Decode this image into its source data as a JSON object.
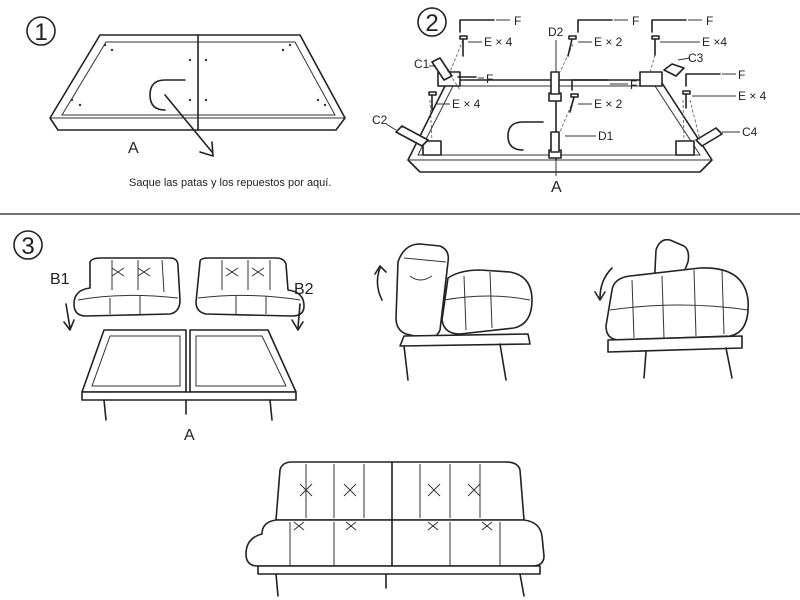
{
  "steps": {
    "step1": {
      "number": "1",
      "part_label": "A",
      "instruction": "Saque las patas y los repuestos por aquí."
    },
    "step2": {
      "number": "2",
      "part_label": "A",
      "labels": {
        "F": "F",
        "E4": "E × 4",
        "E4b": "E ×4",
        "E2": "E × 2",
        "C1": "C1",
        "C2": "C2",
        "C3": "C3",
        "C4": "C4",
        "D1": "D1",
        "D2": "D2"
      }
    },
    "step3": {
      "number": "3",
      "left_label": "B1",
      "right_label": "B2",
      "part_label": "A"
    }
  },
  "icons": [
    "rotate-arrow-icon",
    "down-arrow-icon"
  ]
}
